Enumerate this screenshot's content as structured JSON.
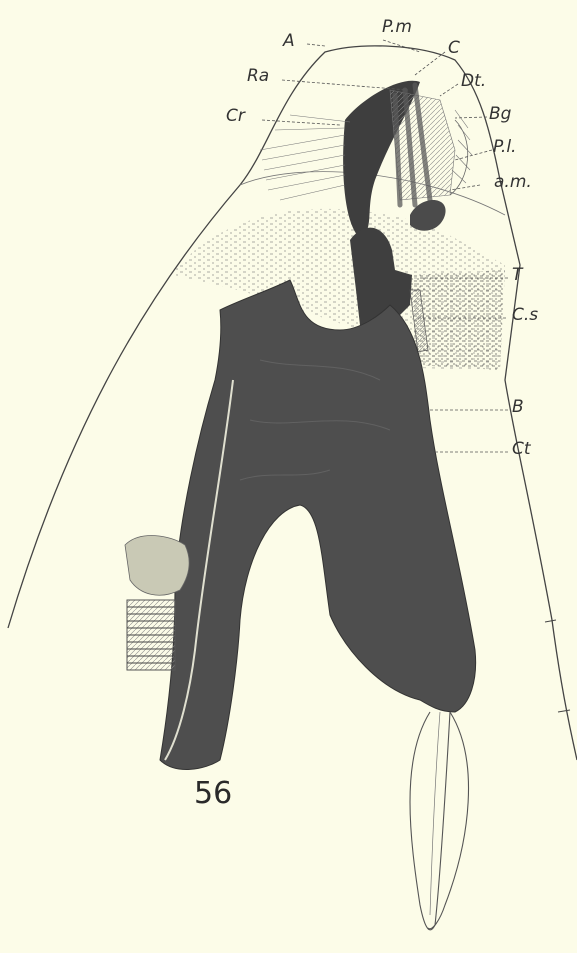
{
  "figure": {
    "number": "56",
    "labels": {
      "A": "A",
      "Pm": "P.m",
      "C": "C",
      "Ra": "Ra",
      "Dt": "Dt.",
      "Cr": "Cr",
      "Bg": "Bg",
      "Pl": "P.l.",
      "am": "a.m.",
      "T": "T",
      "Cs": "C.s",
      "B": "B",
      "Ct": "Ct"
    }
  },
  "colors": {
    "background": "#fcfce8",
    "ink": "#333333",
    "body_fill": "#4e4e4e"
  }
}
